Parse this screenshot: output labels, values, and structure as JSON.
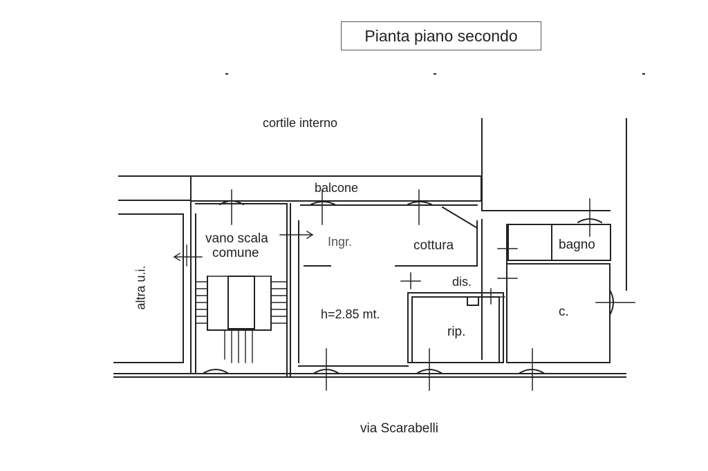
{
  "title": "Pianta piano secondo",
  "labels": {
    "courtyard": "cortile interno",
    "balcony": "balcone",
    "stair_line1": "vano scala",
    "stair_line2": "comune",
    "entrance": "Ingr.",
    "kitchen": "cottura",
    "bathroom": "bagno",
    "corridor": "dis.",
    "height": "h=2.85 mt.",
    "storage": "rip.",
    "room": "c.",
    "other_unit": "altra u.i.",
    "street": "via Scarabelli"
  },
  "colors": {
    "ink": "#1f1f1f",
    "paper": "#ffffff"
  }
}
